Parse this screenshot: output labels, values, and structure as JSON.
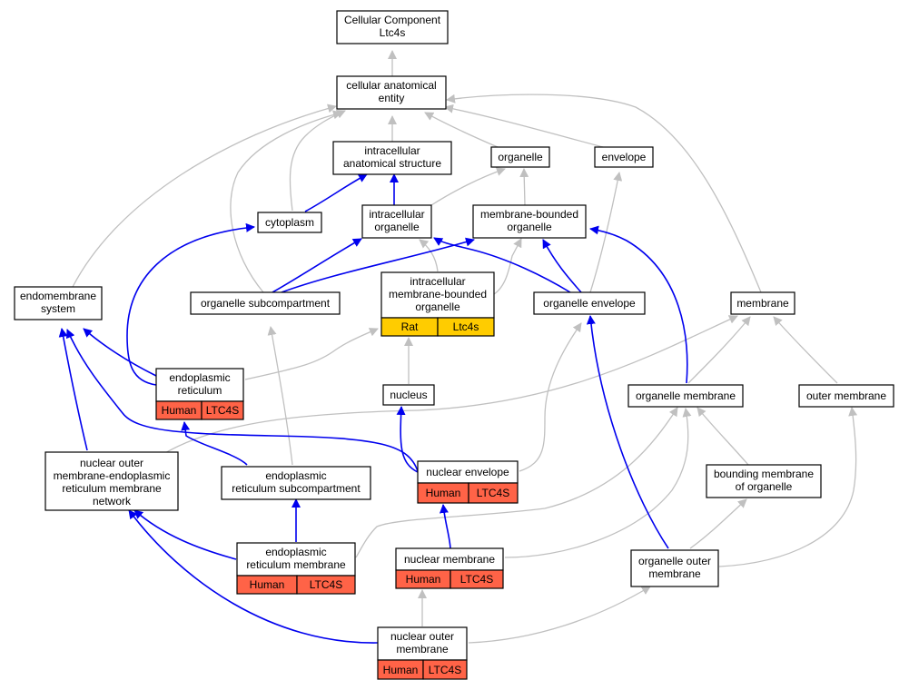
{
  "colors": {
    "rat_tag": "#FFCC00",
    "human_tag": "#FF6347",
    "edge_is_a": "#C0C0C0",
    "edge_part_of": "#0000EE"
  },
  "nodes": {
    "root": {
      "lines": [
        "Cellular Component",
        "Ltc4s"
      ]
    },
    "cae": {
      "lines": [
        "cellular anatomical",
        "entity"
      ]
    },
    "ias": {
      "lines": [
        "intracellular",
        "anatomical structure"
      ]
    },
    "organelle": {
      "lines": [
        "organelle"
      ]
    },
    "envelope": {
      "lines": [
        "envelope"
      ]
    },
    "cytoplasm": {
      "lines": [
        "cytoplasm"
      ]
    },
    "io": {
      "lines": [
        "intracellular",
        "organelle"
      ]
    },
    "mbo": {
      "lines": [
        "membrane-bounded",
        "organelle"
      ]
    },
    "endo": {
      "lines": [
        "endomembrane",
        "system"
      ]
    },
    "osub": {
      "lines": [
        "organelle subcompartment"
      ]
    },
    "imbo": {
      "lines": [
        "intracellular",
        "membrane-bounded",
        "organelle"
      ],
      "tags": [
        "Rat",
        "Ltc4s"
      ]
    },
    "oenv": {
      "lines": [
        "organelle envelope"
      ]
    },
    "membrane": {
      "lines": [
        "membrane"
      ]
    },
    "er": {
      "lines": [
        "endoplasmic",
        "reticulum"
      ],
      "tags": [
        "Human",
        "LTC4S"
      ]
    },
    "nucleus": {
      "lines": [
        "nucleus"
      ]
    },
    "omem": {
      "lines": [
        "organelle membrane"
      ]
    },
    "outerm": {
      "lines": [
        "outer membrane"
      ]
    },
    "nomern": {
      "lines": [
        "nuclear outer",
        "membrane-endoplasmic",
        "reticulum membrane",
        "network"
      ]
    },
    "ersub": {
      "lines": [
        "endoplasmic",
        "reticulum subcompartment"
      ]
    },
    "nenv": {
      "lines": [
        "nuclear envelope"
      ],
      "tags": [
        "Human",
        "LTC4S"
      ]
    },
    "bmo": {
      "lines": [
        "bounding membrane",
        "of organelle"
      ]
    },
    "erm": {
      "lines": [
        "endoplasmic",
        "reticulum membrane"
      ],
      "tags": [
        "Human",
        "LTC4S"
      ]
    },
    "nmem": {
      "lines": [
        "nuclear membrane"
      ],
      "tags": [
        "Human",
        "LTC4S"
      ]
    },
    "oom": {
      "lines": [
        "organelle outer",
        "membrane"
      ]
    },
    "nom": {
      "lines": [
        "nuclear outer",
        "membrane"
      ],
      "tags": [
        "Human",
        "LTC4S"
      ]
    }
  },
  "edges": [
    {
      "from": "cae",
      "to": "root",
      "type": "is_a"
    },
    {
      "from": "ias",
      "to": "cae",
      "type": "is_a"
    },
    {
      "from": "organelle",
      "to": "cae",
      "type": "is_a"
    },
    {
      "from": "envelope",
      "to": "cae",
      "type": "is_a"
    },
    {
      "from": "cytoplasm",
      "to": "cae",
      "type": "is_a"
    },
    {
      "from": "endo",
      "to": "cae",
      "type": "is_a"
    },
    {
      "from": "osub",
      "to": "cae",
      "type": "is_a"
    },
    {
      "from": "membrane",
      "to": "cae",
      "type": "is_a"
    },
    {
      "from": "cytoplasm",
      "to": "ias",
      "type": "part_of"
    },
    {
      "from": "io",
      "to": "ias",
      "type": "part_of"
    },
    {
      "from": "io",
      "to": "organelle",
      "type": "is_a"
    },
    {
      "from": "mbo",
      "to": "organelle",
      "type": "is_a"
    },
    {
      "from": "osub",
      "to": "io",
      "type": "part_of"
    },
    {
      "from": "osub",
      "to": "mbo",
      "type": "part_of"
    },
    {
      "from": "imbo",
      "to": "io",
      "type": "is_a"
    },
    {
      "from": "imbo",
      "to": "mbo",
      "type": "is_a"
    },
    {
      "from": "oenv",
      "to": "io",
      "type": "part_of"
    },
    {
      "from": "oenv",
      "to": "mbo",
      "type": "part_of"
    },
    {
      "from": "oenv",
      "to": "envelope",
      "type": "is_a"
    },
    {
      "from": "er",
      "to": "cytoplasm",
      "type": "part_of"
    },
    {
      "from": "er",
      "to": "endo",
      "type": "part_of"
    },
    {
      "from": "er",
      "to": "imbo",
      "type": "is_a"
    },
    {
      "from": "nucleus",
      "to": "imbo",
      "type": "is_a"
    },
    {
      "from": "omem",
      "to": "membrane",
      "type": "is_a"
    },
    {
      "from": "omem",
      "to": "mbo",
      "type": "part_of"
    },
    {
      "from": "outerm",
      "to": "membrane",
      "type": "is_a"
    },
    {
      "from": "nomern",
      "to": "endo",
      "type": "part_of"
    },
    {
      "from": "nomern",
      "to": "membrane",
      "type": "is_a"
    },
    {
      "from": "ersub",
      "to": "osub",
      "type": "is_a"
    },
    {
      "from": "ersub",
      "to": "er",
      "type": "part_of"
    },
    {
      "from": "nenv",
      "to": "nucleus",
      "type": "part_of"
    },
    {
      "from": "nenv",
      "to": "endo",
      "type": "part_of"
    },
    {
      "from": "nenv",
      "to": "oenv",
      "type": "is_a"
    },
    {
      "from": "bmo",
      "to": "omem",
      "type": "is_a"
    },
    {
      "from": "erm",
      "to": "ersub",
      "type": "part_of"
    },
    {
      "from": "erm",
      "to": "nomern",
      "type": "part_of"
    },
    {
      "from": "erm",
      "to": "omem",
      "type": "is_a"
    },
    {
      "from": "nmem",
      "to": "nenv",
      "type": "part_of"
    },
    {
      "from": "nmem",
      "to": "omem",
      "type": "is_a"
    },
    {
      "from": "oom",
      "to": "oenv",
      "type": "part_of"
    },
    {
      "from": "oom",
      "to": "bmo",
      "type": "is_a"
    },
    {
      "from": "oom",
      "to": "outerm",
      "type": "is_a"
    },
    {
      "from": "nom",
      "to": "nmem",
      "type": "is_a"
    },
    {
      "from": "nom",
      "to": "nomern",
      "type": "part_of"
    },
    {
      "from": "nom",
      "to": "oom",
      "type": "is_a"
    }
  ]
}
